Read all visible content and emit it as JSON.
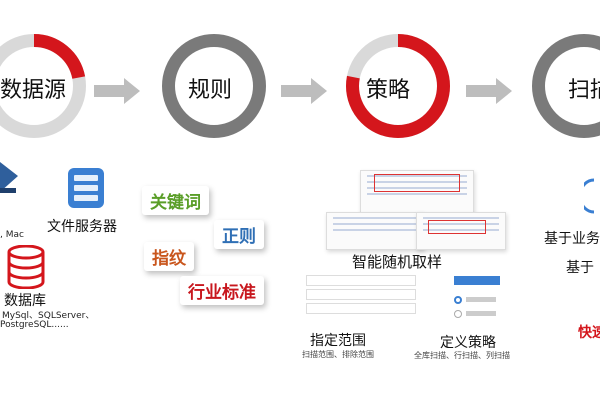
{
  "stages": [
    {
      "label": "数据源",
      "progress": 0.22
    },
    {
      "label": "规则",
      "progress": 0.0
    },
    {
      "label": "策略",
      "progress": 0.78
    },
    {
      "label": "扫描",
      "progress": 0.0
    }
  ],
  "datasource": {
    "mac_text": ", Mac",
    "file_server": "文件服务器",
    "database": "数据库",
    "db_list_1": "MySql、SQLServer、",
    "db_list_2": "PostgreSQL......"
  },
  "rules": {
    "tags": [
      "关键词",
      "正则",
      "指纹",
      "行业标准"
    ]
  },
  "strategy": {
    "sampling": "智能随机取样",
    "scope_title": "指定范围",
    "scope_sub": "扫描范围、排除范围",
    "define_title": "定义策略",
    "define_sub": "全库扫描、行扫描、列扫描"
  },
  "scan": {
    "line1": "基于业务",
    "line2": "基于",
    "line3": "快速"
  },
  "colors": {
    "accent_red": "#d4161c",
    "ring_gray": "#7a7a7a",
    "ring_light": "#d9d9d9",
    "tag_green": "#5a9e28",
    "tag_blue": "#2f6fb5",
    "tag_orange": "#c9561d",
    "tag_red": "#c8171e"
  }
}
